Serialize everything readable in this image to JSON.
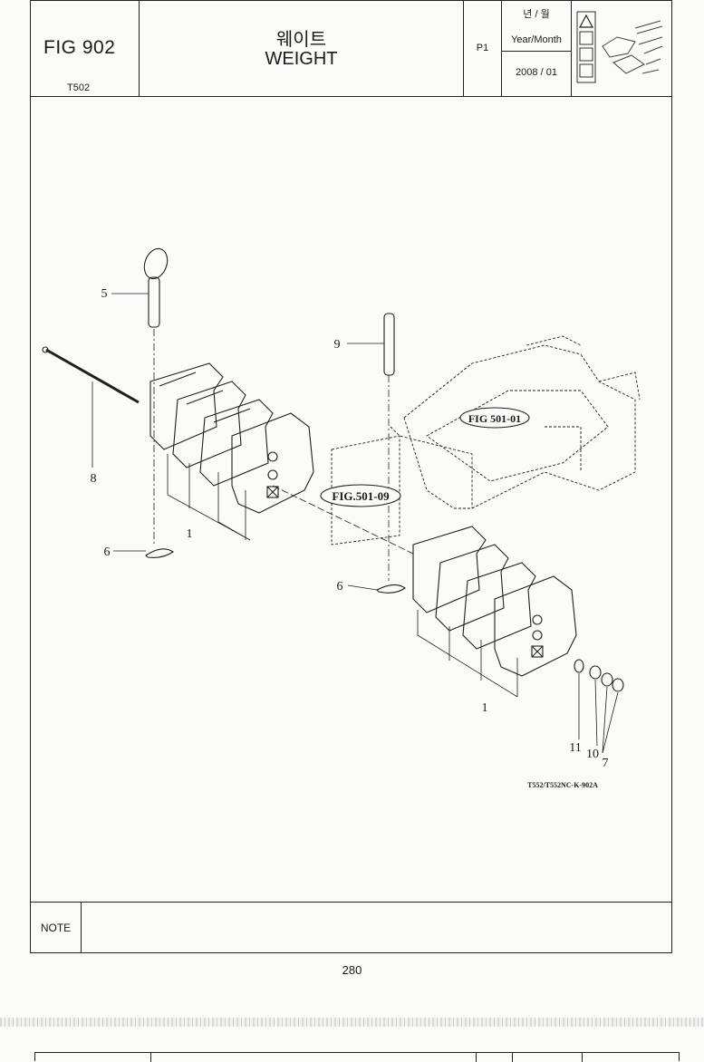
{
  "header": {
    "fig_label": "FIG 902",
    "model": "T502",
    "title_korean": "웨이트",
    "title_english": "WEIGHT",
    "page_code": "P1",
    "ym_korean": "년 / 월",
    "ym_english": "Year/Month",
    "ym_value": "2008 / 01"
  },
  "diagram": {
    "callouts": {
      "c1a": "1",
      "c1b": "1",
      "c5": "5",
      "c6a": "6",
      "c6b": "6",
      "c7": "7",
      "c8": "8",
      "c9": "9",
      "c10": "10",
      "c11": "11"
    },
    "ref_fig_a": "FIG 501-01",
    "ref_fig_b": "FIG.501-09",
    "drawing_code": "T552/T552NC-K-902A"
  },
  "note": {
    "label": "NOTE",
    "text": ""
  },
  "footer": {
    "page_number": "280"
  }
}
